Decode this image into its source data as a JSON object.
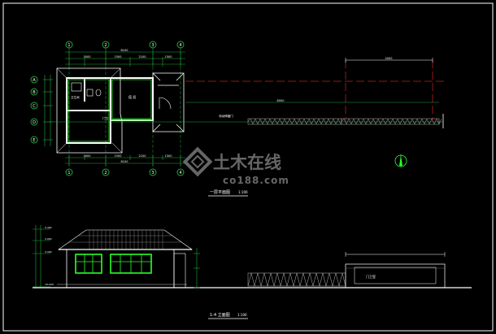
{
  "sheet": {
    "background": "#000000",
    "frame_color": "#ffffff",
    "colors": {
      "wall": "#ffffff",
      "grid": "#1faa3a",
      "dim": "#1faa3a",
      "axis": "#c02020",
      "window": "#2aff2a",
      "roof": "#ffffff",
      "fence": "#bbbbbb",
      "text": "#ffffff"
    }
  },
  "plan": {
    "title": "一层平面图",
    "scale": "1:100",
    "grid_axes_top": [
      "1",
      "2",
      "3",
      "4"
    ],
    "grid_axes_bottom": [
      "1",
      "2",
      "3",
      "4"
    ],
    "grid_axes_left": [
      "A",
      "B",
      "C",
      "D",
      "E"
    ],
    "rooms": [
      {
        "label": "值  班"
      },
      {
        "label": "卫生间"
      },
      {
        "label": "门卫"
      }
    ],
    "dims_top": [
      "3000",
      "1500",
      "2100",
      "1500",
      "8100"
    ],
    "dims_bottom": [
      "3000",
      "1500",
      "2100",
      "1500",
      "8100"
    ],
    "fence_label": "电动伸缩门",
    "gate_width_label": "8000",
    "gate_dashed_label": "4000"
  },
  "elevation": {
    "title": "1-4 立面图",
    "scale": "1:100",
    "level_marks": [
      "±0.000",
      "3.300",
      "3.900",
      "5.400"
    ],
    "sign_label": "门卫室"
  },
  "watermark": {
    "brand": "土木在线",
    "url": "co188.com"
  },
  "north_arrow": "N"
}
